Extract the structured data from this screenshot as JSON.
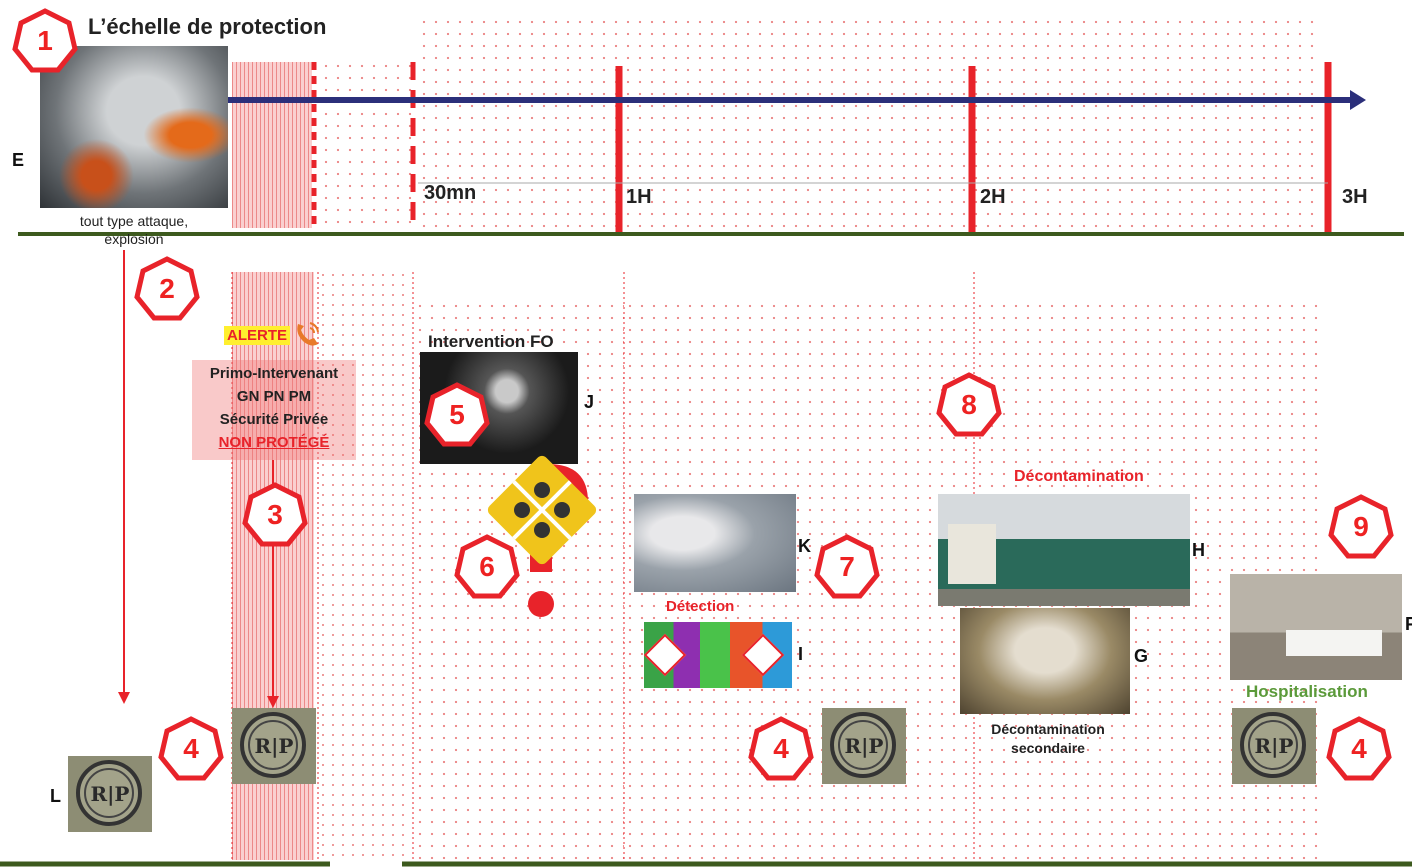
{
  "title": "L’échelle de protection",
  "timeline": {
    "ticks": [
      "30mn",
      "1H",
      "2H",
      "3H"
    ]
  },
  "badges": [
    "1",
    "2",
    "3",
    "4",
    "5",
    "6",
    "7",
    "8",
    "9"
  ],
  "event": {
    "caption_line1": "tout type attaque,",
    "caption_line2": "explosion",
    "letter": "E"
  },
  "alert": {
    "label": "ALERTE",
    "icon": "phone-icon"
  },
  "primo": {
    "line1": "Primo-Intervenant",
    "line2": "GN PN PM",
    "line3": "Sécurité Privée",
    "line4": "NON PROTÉGÉ"
  },
  "intervention": {
    "label": "Intervention FO",
    "letter": "J"
  },
  "detection": {
    "label": "Détection",
    "letter_photo": "K",
    "letter_bottles": "I"
  },
  "decontamination": {
    "label": "Décontamination",
    "letter_tent": "H",
    "letter_secondary": "G",
    "secondary_line1": "Décontamination",
    "secondary_line2": "secondaire"
  },
  "hospital": {
    "label": "Hospitalisation",
    "letter": "F"
  },
  "rip": {
    "text": "R|P",
    "letter": "L"
  },
  "colors": {
    "red": "#e8232a",
    "navy": "#2b2f7a",
    "green": "#3d5a1e",
    "hospital_green": "#5b9a3a"
  }
}
